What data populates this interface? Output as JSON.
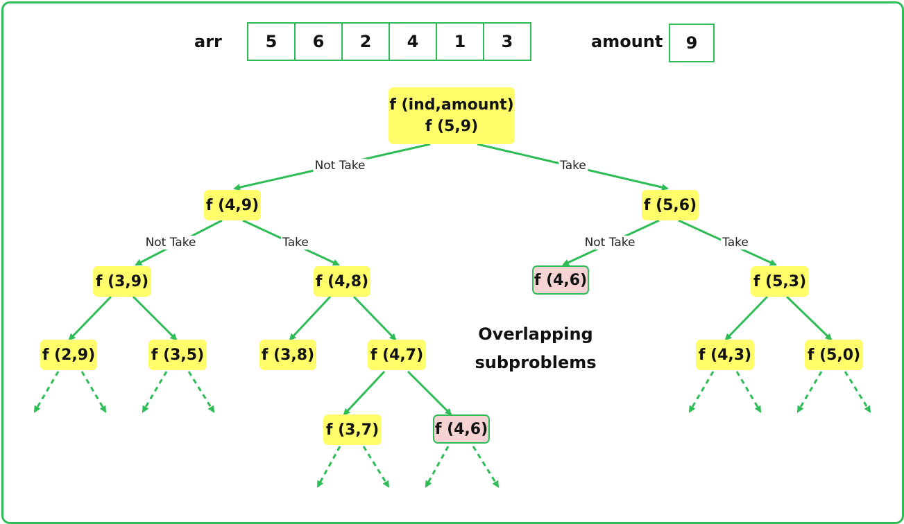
{
  "array": {
    "label": "arr",
    "values": [
      "5",
      "6",
      "2",
      "4",
      "1",
      "3"
    ]
  },
  "amount": {
    "label": "amount",
    "value": "9"
  },
  "tree": {
    "root": {
      "title": "f (ind,amount)",
      "call": "f (5,9)"
    },
    "nodes": {
      "n49": "f (4,9)",
      "n56": "f (5,6)",
      "n39": "f (3,9)",
      "n48": "f (4,8)",
      "n46a": "f (4,6)",
      "n53": "f (5,3)",
      "n29": "f (2,9)",
      "n35": "f (3,5)",
      "n38": "f (3,8)",
      "n47": "f (4,7)",
      "n43": "f (4,3)",
      "n50": "f (5,0)",
      "n37": "f (3,7)",
      "n46b": "f (4,6)"
    },
    "edge_labels": {
      "not_take": "Not Take",
      "take": "Take"
    }
  },
  "note": {
    "line1": "Overlapping",
    "line2": "subproblems"
  },
  "colors": {
    "border": "#2dbc55",
    "edge": "#2dbc55",
    "node_fill": "#fffd6a",
    "overlap_fill": "#f6d3d3"
  }
}
